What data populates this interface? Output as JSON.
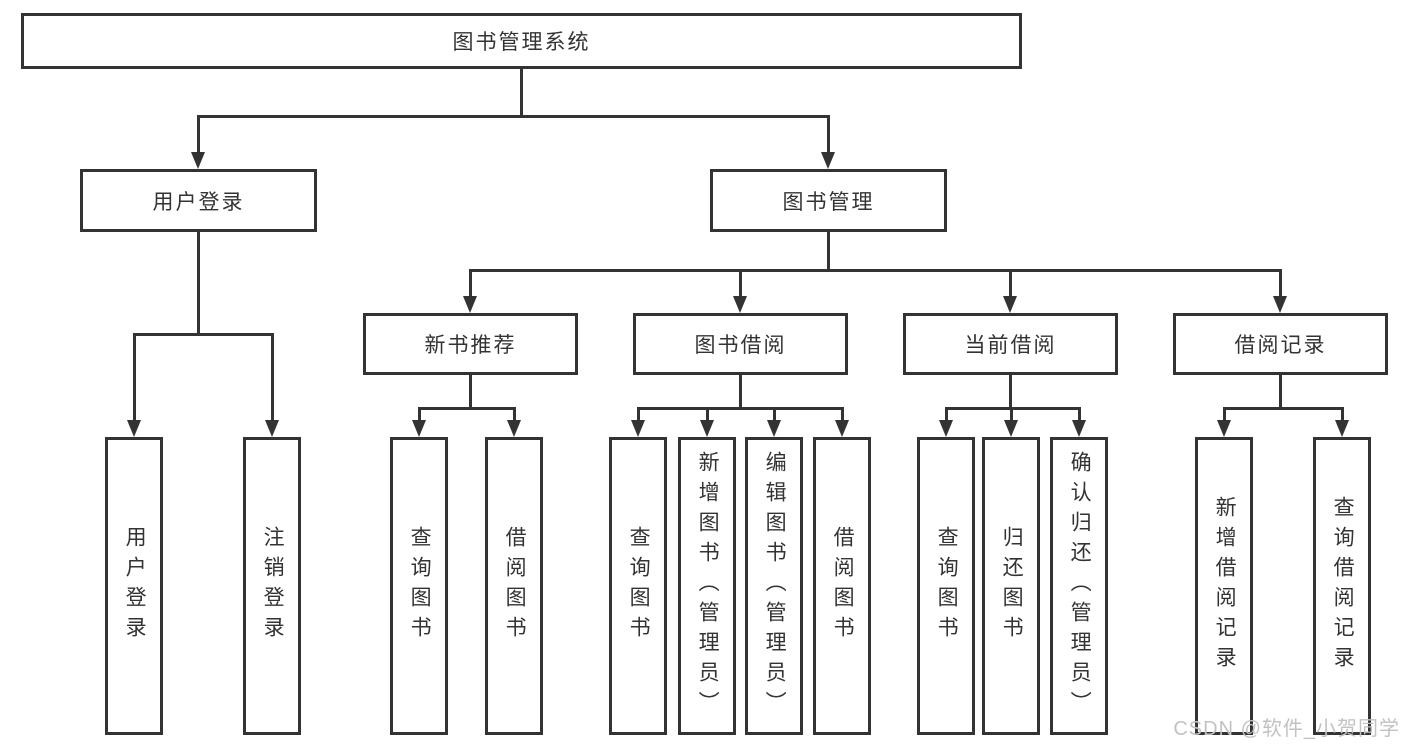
{
  "diagram": {
    "type": "hierarchy",
    "colors": {
      "line": "#333333",
      "text": "#333333",
      "box_background": "#ffffff",
      "page_background": "#ffffff",
      "watermark": "#c2c2c2"
    },
    "tree": {
      "label": "图书管理系统",
      "children": [
        {
          "label": "用户登录",
          "children": [
            {
              "label": "用户登录"
            },
            {
              "label": "注销登录"
            }
          ]
        },
        {
          "label": "图书管理",
          "children": [
            {
              "label": "新书推荐",
              "children": [
                {
                  "label": "查询图书"
                },
                {
                  "label": "借阅图书"
                }
              ]
            },
            {
              "label": "图书借阅",
              "children": [
                {
                  "label": "查询图书"
                },
                {
                  "label": "新增图书（管理员）"
                },
                {
                  "label": "编辑图书（管理员）"
                },
                {
                  "label": "借阅图书"
                }
              ]
            },
            {
              "label": "当前借阅",
              "children": [
                {
                  "label": "查询图书"
                },
                {
                  "label": "归还图书"
                },
                {
                  "label": "确认归还（管理员）"
                }
              ]
            },
            {
              "label": "借阅记录",
              "children": [
                {
                  "label": "新增借阅记录"
                },
                {
                  "label": "查询借阅记录"
                }
              ]
            }
          ]
        }
      ]
    },
    "watermark": {
      "text": "CSDN @软件_小贺同学"
    }
  }
}
